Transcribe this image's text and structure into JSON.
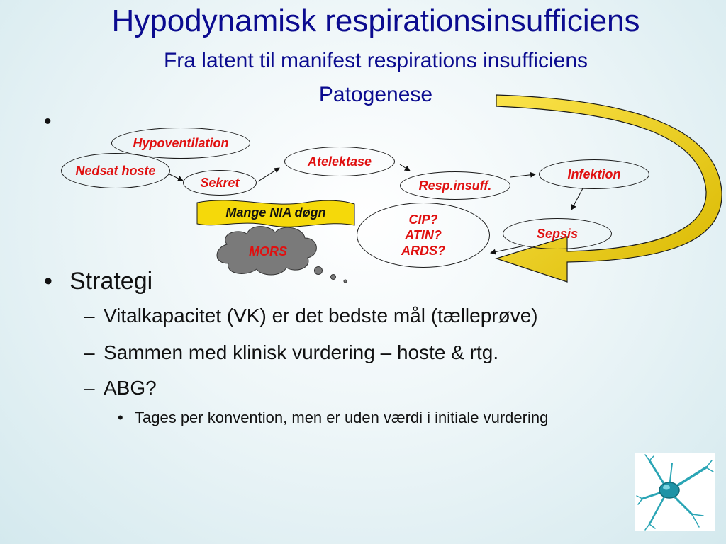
{
  "header": {
    "title": "Hypodynamisk respirationsinsufficiens",
    "subtitle": "Fra latent til manifest  respirations insufficiens",
    "subtitle2": "Patogenese"
  },
  "diagram": {
    "nodes": {
      "hypoventilation": "Hypoventilation",
      "nedsat_hoste": "Nedsat hoste",
      "sekret": "Sekret",
      "atelektase": "Atelektase",
      "resp_insuff": "Resp.insuff.",
      "infektion": "Infektion",
      "cip": "CIP?",
      "atin": "ATIN?",
      "ards": "ARDS?",
      "sepsis": "Sepsis"
    },
    "banner": "Mange NIA døgn",
    "cloud": "MORS",
    "colors": {
      "node_text": "#e01010",
      "banner_fill": "#f5d90a",
      "arrow_fill": "#f5d90a",
      "cloud_fill": "#7a7a7a"
    }
  },
  "strategy": {
    "heading": "Strategi",
    "items": [
      "Vitalkapacitet (VK) er det bedste mål (tælleprøve)",
      "Sammen med klinisk vurdering – hoste & rtg.",
      "ABG?"
    ],
    "subitem": "Tages per konvention, men er uden værdi i initiale vurdering"
  },
  "decor": {
    "image_icon": "neuron-icon"
  }
}
